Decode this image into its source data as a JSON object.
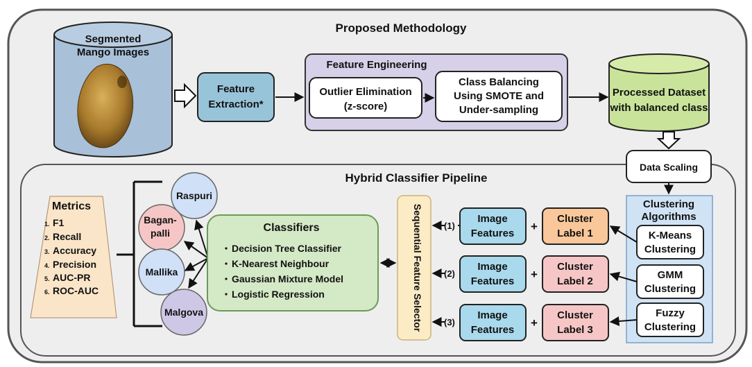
{
  "title": "Proposed Methodology",
  "dataset": {
    "line1": "Segmented",
    "line2": "Mango Images"
  },
  "feature_extraction": {
    "line1": "Feature",
    "line2": "Extraction*"
  },
  "feature_engineering": {
    "title": "Feature Engineering",
    "outlier": {
      "line1": "Outlier Elimination",
      "line2": "(z-score)"
    },
    "balancing": {
      "line1": "Class Balancing",
      "line2": "Using SMOTE and",
      "line3": "Under-sampling"
    }
  },
  "processed": {
    "line1": "Processed Dataset",
    "line2": "with balanced class"
  },
  "scaling": "Data Scaling",
  "pipeline_title": "Hybrid Classifier Pipeline",
  "metrics": {
    "title": "Metrics",
    "items": [
      {
        "num": "1.",
        "label": "F1"
      },
      {
        "num": "2.",
        "label": "Recall"
      },
      {
        "num": "3.",
        "label": "Accuracy"
      },
      {
        "num": "4.",
        "label": "Precision"
      },
      {
        "num": "5.",
        "label": "AUC-PR"
      },
      {
        "num": "6.",
        "label": "ROC-AUC"
      }
    ]
  },
  "varieties": {
    "raspuri": "Raspuri",
    "baganpalli1": "Bagan-",
    "baganpalli2": "palli",
    "mallika": "Mallika",
    "malgova": "Malgova"
  },
  "classifiers": {
    "title": "Classifiers",
    "items": [
      "Decision Tree Classifier",
      "K-Nearest Neighbour",
      "Gaussian Mixture Model",
      "Logistic Regression"
    ]
  },
  "selector": "Sequential Feature Selector",
  "rows": [
    {
      "num": "(1)",
      "feat1": "Image",
      "feat2": "Features",
      "plus": "+",
      "lab1": "Cluster",
      "lab2": "Label 1",
      "color": "#f9c79a"
    },
    {
      "num": "(2)",
      "feat1": "Image",
      "feat2": "Features",
      "plus": "+",
      "lab1": "Cluster",
      "lab2": "Label 2",
      "color": "#f6c6c6"
    },
    {
      "num": "(3)",
      "feat1": "Image",
      "feat2": "Features",
      "plus": "+",
      "lab1": "Cluster",
      "lab2": "Label 3",
      "color": "#f6c6c6"
    }
  ],
  "clustering": {
    "title1": "Clustering",
    "title2": "Algorithms",
    "kmeans1": "K-Means",
    "kmeans2": "Clustering",
    "gmm1": "GMM",
    "gmm2": "Clustering",
    "fuzzy1": "Fuzzy",
    "fuzzy2": "Clustering"
  },
  "colors": {
    "outer_bg": "#eeeeee",
    "inner_bg": "#eeeeee",
    "db_fill": "#a8c0d8",
    "teal": "#98c4da",
    "fe_bg": "#d6d0e8",
    "green_db": "#c9e49a",
    "classifier_bg": "#d4e9c6",
    "selector_bg": "#fcecc6",
    "feat_box": "#a9d9ec",
    "cluster_panel": "#cfe3f5",
    "metrics_bg": "#fbe5c8",
    "circle_blue": "#cfe0f7",
    "circle_red": "#f6c6c6",
    "circle_purple": "#cfc7e6"
  }
}
